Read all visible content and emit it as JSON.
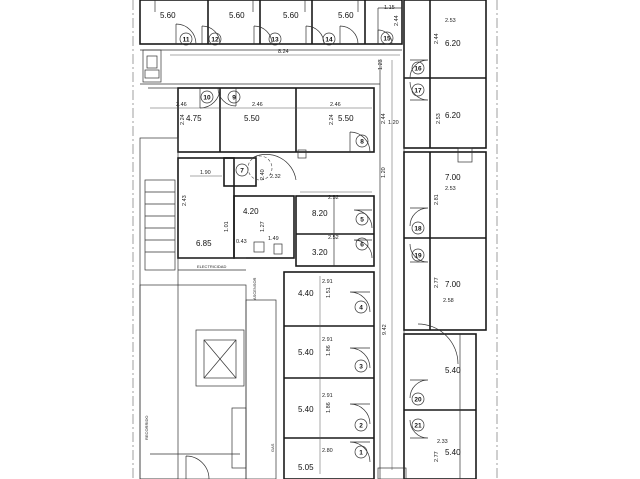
{
  "plan": {
    "numbers": {
      "n1": "1",
      "n2": "2",
      "n3": "3",
      "n4": "4",
      "n5": "5",
      "n6": "6",
      "n7": "7",
      "n8": "8",
      "n9": "9",
      "n10": "10",
      "n11": "11",
      "n12": "12",
      "n13": "13",
      "n14": "14",
      "n15": "15",
      "n16": "16",
      "n17": "17",
      "n18": "18",
      "n19": "19",
      "n20": "20",
      "n21": "21"
    },
    "areas": {
      "a_top1": "5.60",
      "a_top2": "5.60",
      "a_top3": "5.60",
      "a_top4": "5.60",
      "a_r16": "6.20",
      "a_r17": "6.20",
      "a_r18": "7.00",
      "a_r19": "7.00",
      "a_r20": "5.40",
      "a_r21": "5.40",
      "a_10": "4.75",
      "a_9": "5.50",
      "a_8": "5.50",
      "a_7": "4.20",
      "a_6": "6.85",
      "a_c1": "8.20",
      "a_c2": "3.20",
      "a_4": "4.40",
      "a_3": "5.40",
      "a_2": "5.40",
      "a_1": "5.05"
    },
    "dims": {
      "d_115": "1.15",
      "d_244a": "2.44",
      "d_253a": "2.53",
      "d_244b": "2.44",
      "d_824": "8.24",
      "d_123a": "1.23",
      "d_246a": "2.46",
      "d_246b": "2.46",
      "d_246c": "2.46",
      "d_224a": "2.24",
      "d_224b": "2.24",
      "d_120a": "1.20",
      "d_244c": "2.44",
      "d_253b": "2.53",
      "d_190": "1.90",
      "d_240": "2.40",
      "d_120b": "1.20",
      "d_123b": "1.23",
      "d_232": "2.32",
      "d_252a": "2.52",
      "d_243": "2.43",
      "d_253c": "2.53",
      "d_281": "2.81",
      "d_149": "1.49",
      "d_043": "0.43",
      "d_127": "1.27",
      "d_252b": "2.52",
      "d_291a": "2.91",
      "d_277a": "2.77",
      "d_258": "2.58",
      "d_151": "1.51",
      "d_291b": "2.91",
      "d_186a": "1.86",
      "d_942": "9.42",
      "d_291c": "2.91",
      "d_186b": "1.86",
      "d_233": "2.33",
      "d_277b": "2.77",
      "d_101": "1.01",
      "d_280": "2.80"
    },
    "labels": {
      "l_elec": "ELECTRICIDAD",
      "l_rev": "RECORRIDO",
      "l_asc": "ASCENSOR",
      "l_gas": "GAS"
    }
  }
}
